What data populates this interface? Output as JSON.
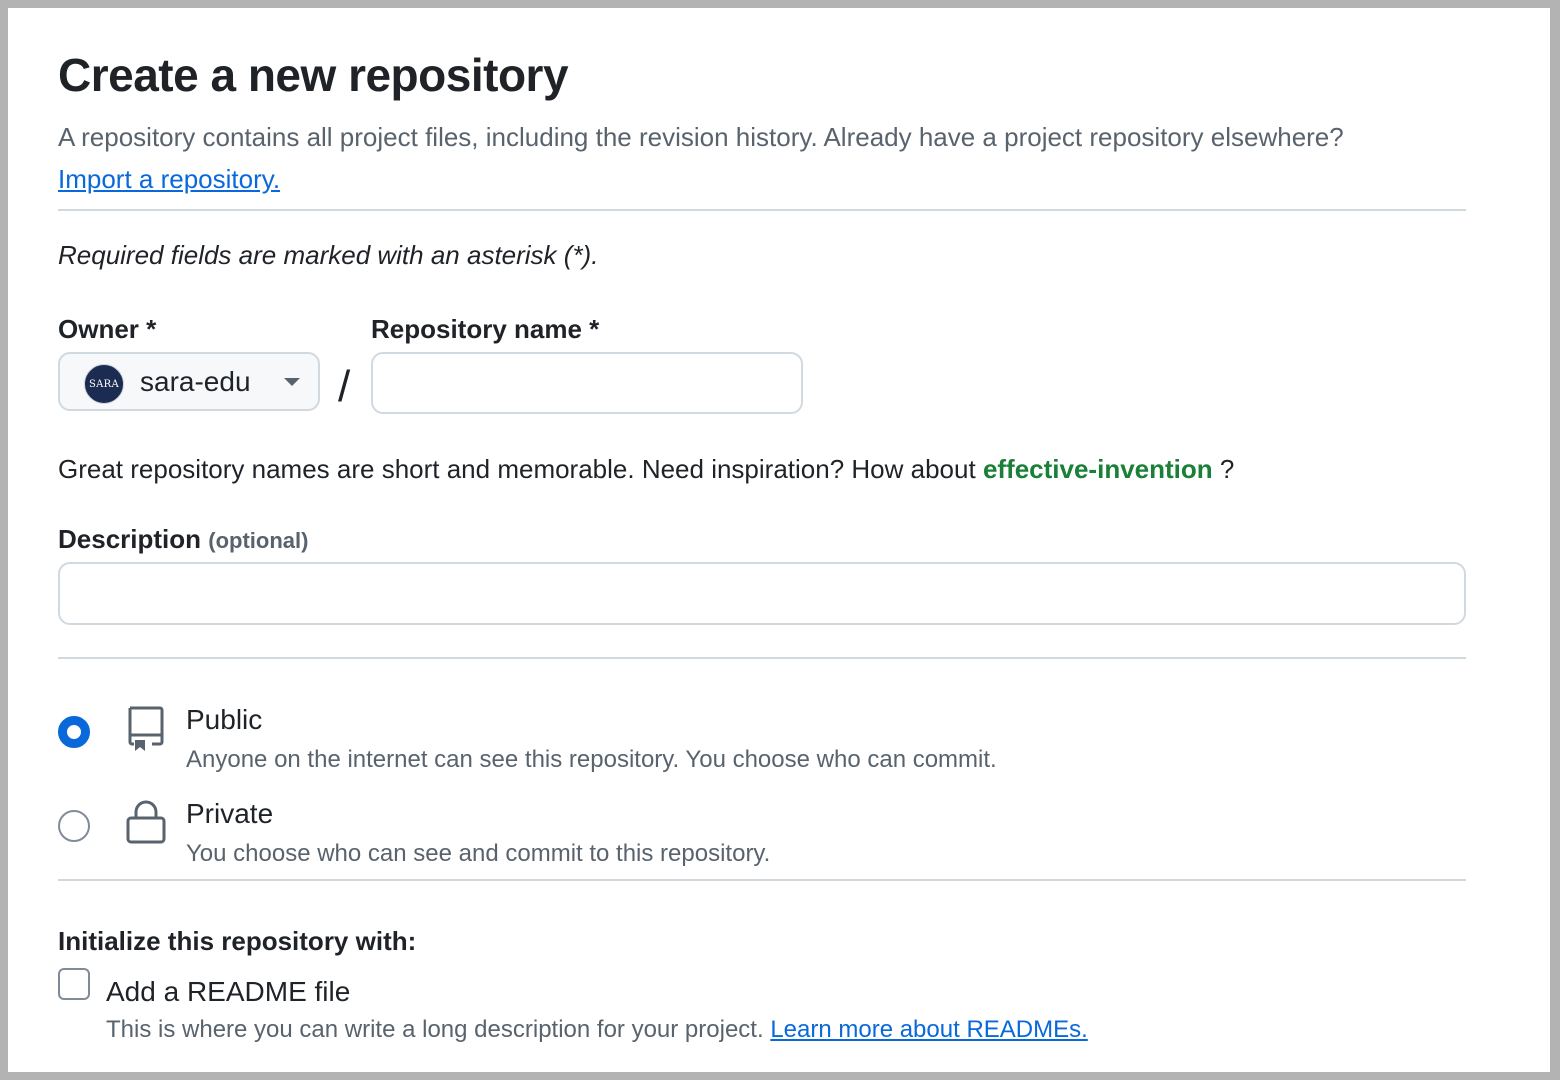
{
  "header": {
    "title": "Create a new repository",
    "subtitle": "A repository contains all project files, including the revision history. Already have a project repository elsewhere?",
    "import_link": "Import a repository."
  },
  "required_note": "Required fields are marked with an asterisk (*).",
  "owner": {
    "label": "Owner *",
    "avatar_text": "SARA",
    "value": "sara-edu"
  },
  "separator": "/",
  "repo_name": {
    "label": "Repository name *",
    "value": "",
    "placeholder": ""
  },
  "name_hint": {
    "text": "Great repository names are short and memorable. Need inspiration? How about",
    "suggestion": "effective-invention",
    "suffix": "?"
  },
  "description": {
    "label": "Description",
    "optional": "(optional)",
    "value": "",
    "placeholder": ""
  },
  "visibility": {
    "options": [
      {
        "title": "Public",
        "desc": "Anyone on the internet can see this repository. You choose who can commit.",
        "icon": "repo-icon",
        "selected": true
      },
      {
        "title": "Private",
        "desc": "You choose who can see and commit to this repository.",
        "icon": "lock-icon",
        "selected": false
      }
    ]
  },
  "initialize": {
    "heading": "Initialize this repository with:",
    "readme": {
      "label": "Add a README file",
      "desc": "This is where you can write a long description for your project.",
      "link": "Learn more about READMEs.",
      "checked": false
    }
  },
  "colors": {
    "link": "#0969da",
    "suggestion": "#1a7f37",
    "radio_selected": "#0969da",
    "muted_text": "#59636e",
    "border": "#d1d9e0"
  }
}
